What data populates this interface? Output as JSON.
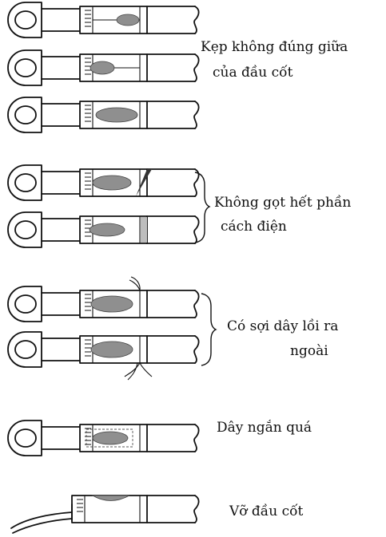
{
  "labels": {
    "group1_line1": "Kẹp không đúng giữa",
    "group1_line2": "của đầu cốt",
    "group2_line1": "Không gọt hết phần",
    "group2_line2": "cách điện",
    "group3_line1": "Có sợi dây lồi ra",
    "group3_line2": "ngoài",
    "group4": "Dây ngắn quá",
    "group5": "Vỡ đầu cốt"
  },
  "icons": {
    "terminal": "crimp-terminal-icon",
    "broken_terminal": "broken-terminal-icon",
    "brace": "right-brace-icon"
  }
}
